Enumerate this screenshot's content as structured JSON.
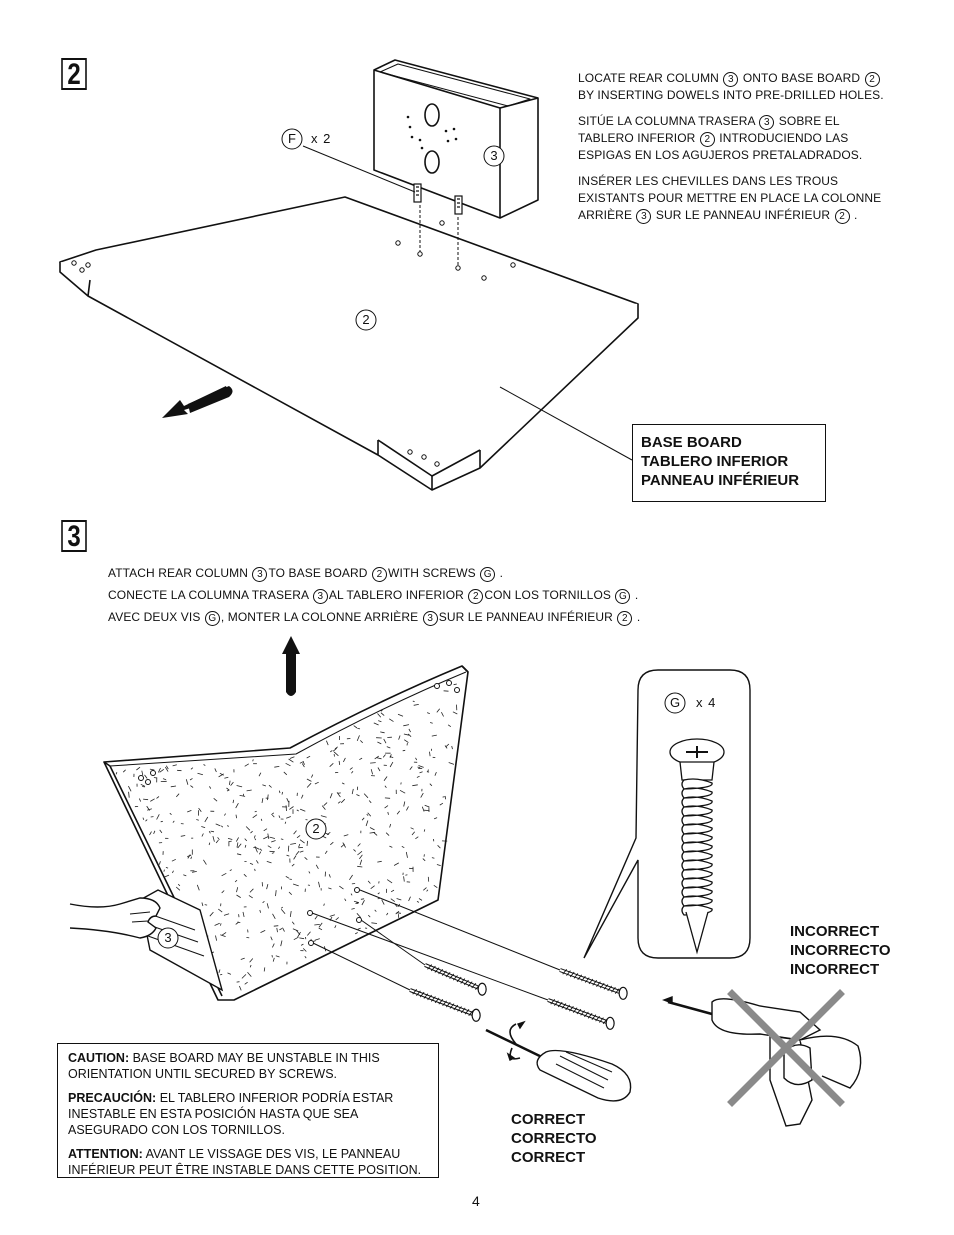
{
  "step2": {
    "number": "2",
    "text_en_1": "LOCATE REAR COLUMN",
    "text_en_2": "ONTO BASE BOARD",
    "text_en_3": "BY INSERTING DOWELS INTO PRE-DRILLED HOLES.",
    "text_es_1": "SITÚE LA COLUMNA TRASERA",
    "text_es_2": "SOBRE EL",
    "text_es_3": "TABLERO INFERIOR",
    "text_es_4": "INTRODUCIENDO LAS",
    "text_es_5": "ESPIGAS EN LOS AGUJEROS PRETALADRADOS.",
    "text_fr_1": "INSÉRER LES CHEVILLES DANS LES TROUS",
    "text_fr_2": "EXISTANTS POUR METTRE EN PLACE LA COLONNE",
    "text_fr_3": "ARRIÈRE",
    "text_fr_4": "SUR LE PANNEAU INFÉRIEUR",
    "text_fr_end": ".",
    "part_column": "3",
    "part_board": "2",
    "dowel_letter": "F",
    "dowel_qty": "x 2",
    "base_label": [
      "BASE BOARD",
      "TABLERO INFERIOR",
      "PANNEAU INFÉRIEUR"
    ]
  },
  "step3": {
    "number": "3",
    "en_1": "ATTACH REAR COLUMN",
    "en_2": "TO BASE BOARD",
    "en_3": "WITH SCREWS",
    "en_end": ".",
    "es_1": "CONECTE LA COLUMNA TRASERA",
    "es_2": "AL TABLERO INFERIOR",
    "es_3": "CON LOS TORNILLOS",
    "es_end": ".",
    "fr_1": "AVEC DEUX VIS",
    "fr_2": ", MONTER LA COLONNE ARRIÈRE",
    "fr_3": "SUR LE PANNEAU INFÉRIEUR",
    "fr_end": ".",
    "screw_letter": "G",
    "screw_qty": "x 4",
    "part_board": "2",
    "part_column": "3",
    "incorrect": [
      "INCORRECT",
      "INCORRECTO",
      "INCORRECT"
    ],
    "correct": [
      "CORRECT",
      "CORRECTO",
      "CORRECT"
    ],
    "caution_en_label": "CAUTION:",
    "caution_en": "BASE BOARD MAY BE UNSTABLE IN THIS ORIENTATION UNTIL SECURED BY SCREWS.",
    "caution_es_label": "PRECAUCIÓN:",
    "caution_es": "EL TABLERO INFERIOR PODRÍA ESTAR INESTABLE EN ESTA POSICIÓN HASTA QUE SEA ASEGURADO CON LOS TORNILLOS.",
    "caution_fr_label": "ATTENTION:",
    "caution_fr": "AVANT LE VISSAGE DES VIS, LE PANNEAU INFÉRIEUR PEUT ÊTRE INSTABLE DANS CETTE POSITION."
  },
  "page_number": "4"
}
